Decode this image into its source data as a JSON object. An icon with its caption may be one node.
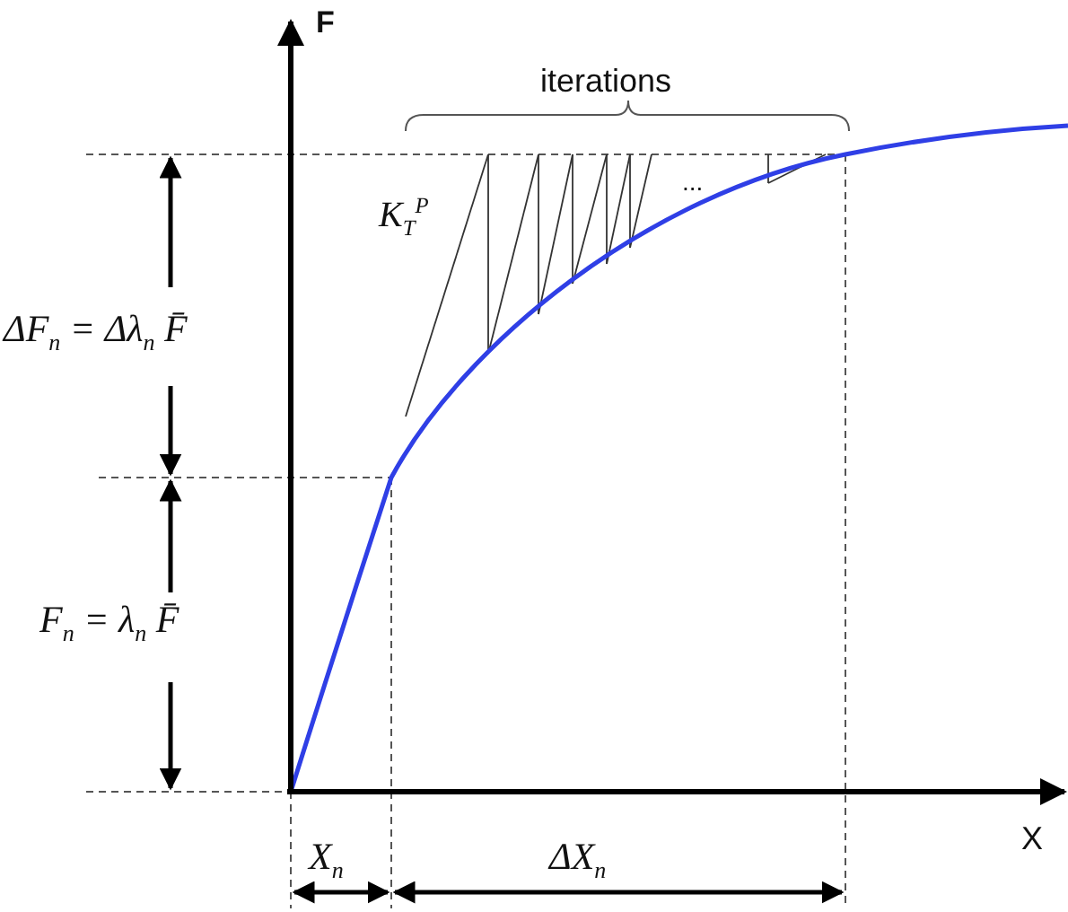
{
  "diagram": {
    "labels": [
      "F",
      "iterations",
      "K$_{T}$$^{P}$",
      "...",
      "ΔF$_{n}$ = Δλ$_{n}$ F̄",
      "F$_{n}$ = λ$_{n}$ F̄",
      "X",
      "X$_{n}$",
      "ΔX$_{n}$"
    ]
  }
}
